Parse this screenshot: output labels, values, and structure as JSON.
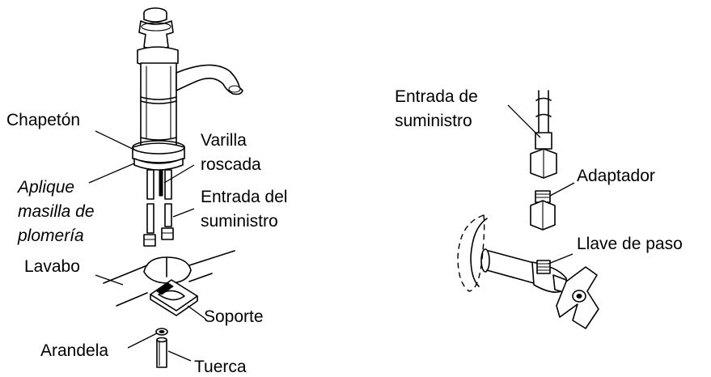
{
  "labels": {
    "chapeton": "Chapetón",
    "varilla_1": "Varilla",
    "varilla_2": "roscada",
    "aplique_1": "Aplique",
    "aplique_2": "masilla de",
    "aplique_3": "plomería",
    "entrada_del_1": "Entrada del",
    "entrada_del_2": "suministro",
    "lavabo": "Lavabo",
    "soporte": "Soporte",
    "arandela": "Arandela",
    "tuerca": "Tuerca",
    "entrada_de_1": "Entrada de",
    "entrada_de_2": "suministro",
    "adaptador": "Adaptador",
    "llave_de_paso": "Llave de paso"
  }
}
